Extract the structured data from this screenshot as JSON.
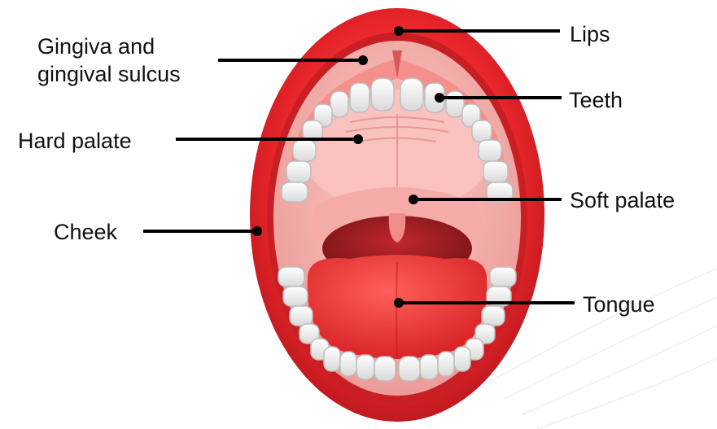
{
  "labels": {
    "gingiva_line1": "Gingiva and",
    "gingiva_line2": "gingival sulcus",
    "hard_palate": "Hard palate",
    "cheek": "Cheek",
    "lips": "Lips",
    "teeth": "Teeth",
    "soft_palate": "Soft palate",
    "tongue": "Tongue"
  },
  "colors": {
    "lips": "#e8252a",
    "lips_dark": "#b0161c",
    "mouth_interior": "#f2a8a6",
    "palate": "#f7b8b4",
    "throat": "#8e1a1e",
    "tongue": "#e8383a",
    "teeth": "#f4f4f4",
    "leader_line": "#000000"
  }
}
